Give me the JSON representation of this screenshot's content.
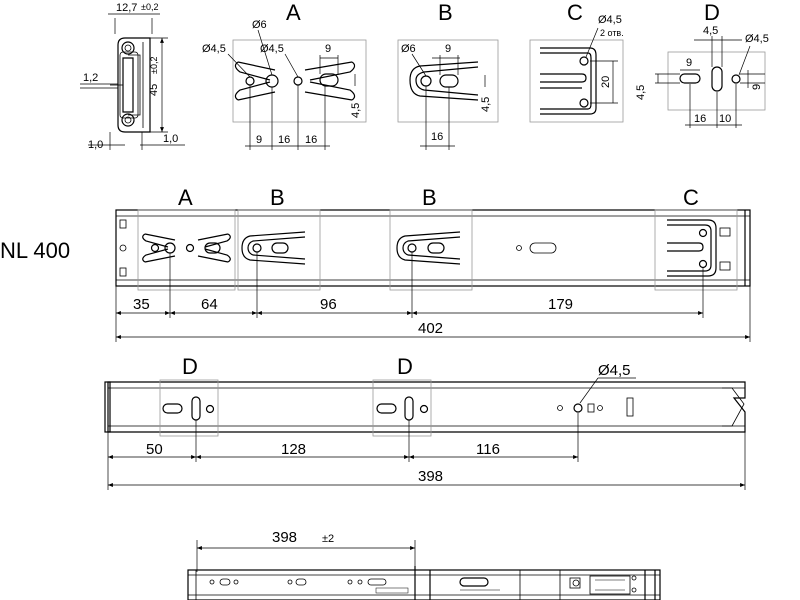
{
  "model": "NL 400",
  "profile": {
    "width": "12,7",
    "width_tol": "±0,2",
    "height": "45",
    "height_tol": "±0,2",
    "gap_side": "1,2",
    "gap_bottom_left": "1,0",
    "gap_bottom_right": "1,0"
  },
  "details": {
    "A": {
      "letter": "A",
      "d_big": "Ø6",
      "d_small_left": "Ø4,5",
      "d_small_right": "Ø4,5",
      "top_dim": "9",
      "side_dim": "4,5",
      "bottom_dims": [
        "9",
        "16",
        "16"
      ]
    },
    "B": {
      "letter": "B",
      "d_big": "Ø6",
      "top_dim": "9",
      "side_dim": "4,5",
      "bottom_dim": "16"
    },
    "C": {
      "letter": "C",
      "d_hole": "Ø4,5",
      "hole_count": "2 отв.",
      "side_dim": "20"
    },
    "D": {
      "letter": "D",
      "top_dim": "4,5",
      "d_hole": "Ø4,5",
      "slot_dim": "9",
      "left_dim": "4,5",
      "right_dim": "9",
      "bottom_dims": [
        "16",
        "10"
      ]
    }
  },
  "cabinet_rail": {
    "labels": [
      "A",
      "B",
      "B",
      "C"
    ],
    "dims": [
      "35",
      "64",
      "96",
      "179"
    ],
    "total": "402"
  },
  "drawer_rail": {
    "labels": [
      "D",
      "D"
    ],
    "hole_label": "Ø4,5",
    "dims": [
      "50",
      "128",
      "116"
    ],
    "total": "398"
  },
  "assembly": {
    "length": "398",
    "tol": "±2"
  }
}
